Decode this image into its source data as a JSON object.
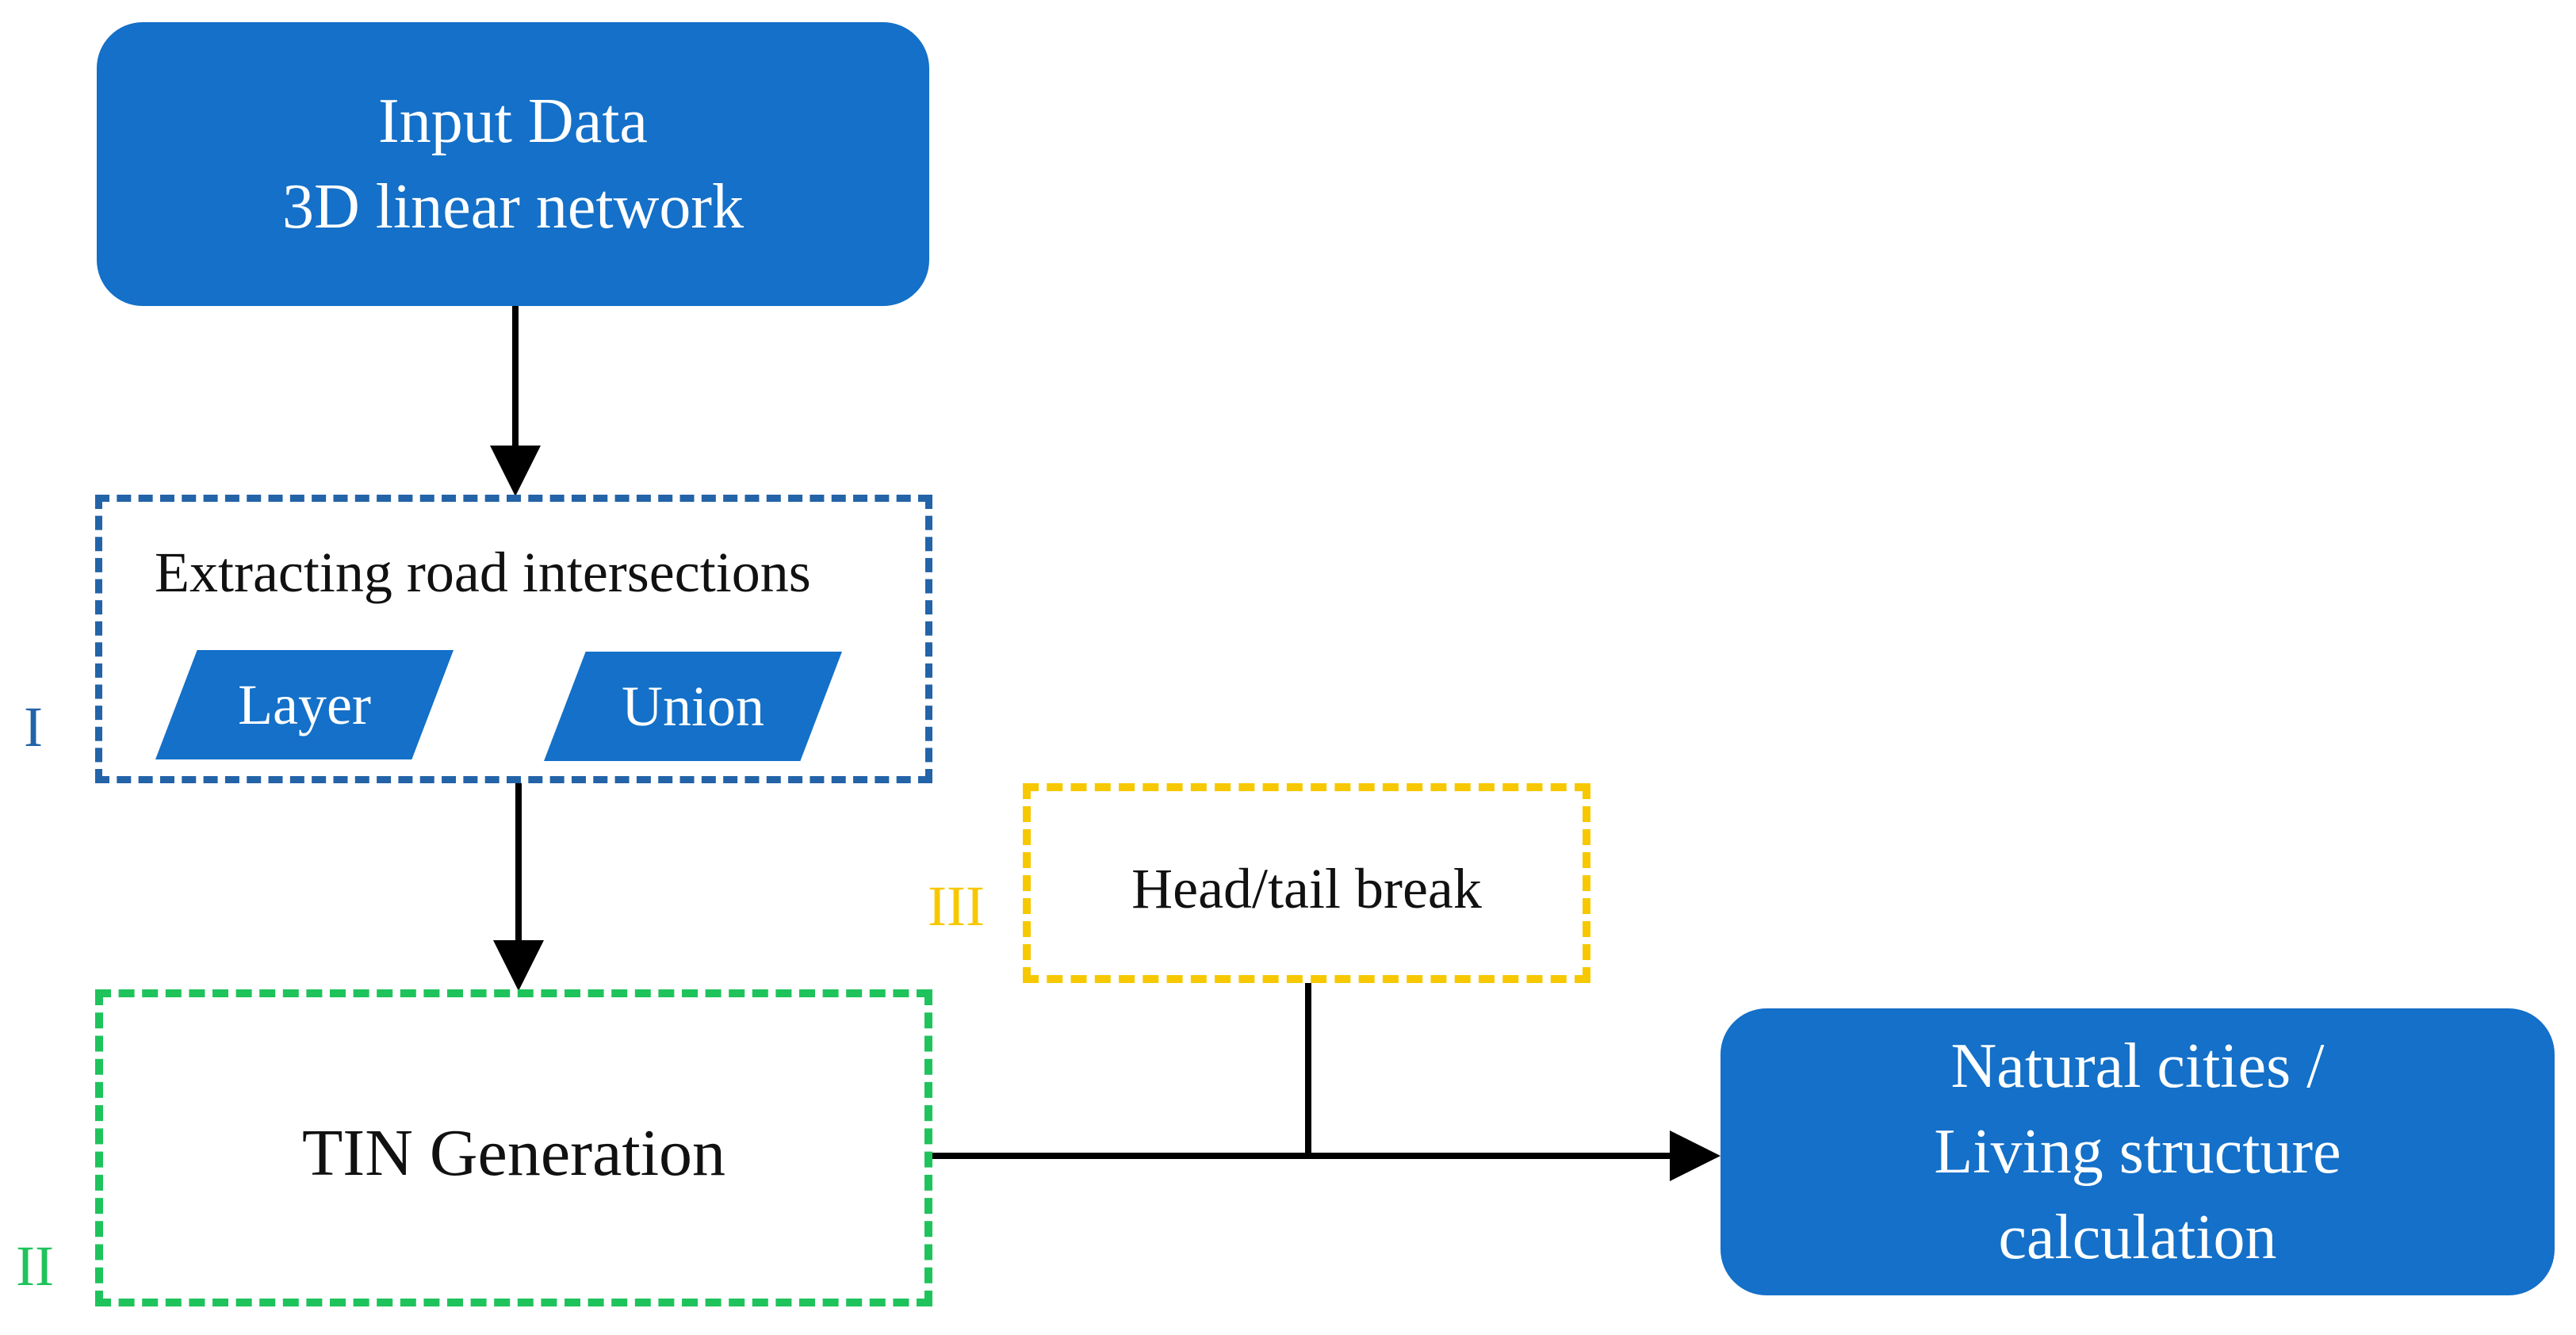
{
  "input_box": {
    "lines": [
      "Input Data",
      "3D linear network"
    ]
  },
  "stage_1": {
    "numeral": "I",
    "title": "Extracting  road intersections",
    "tags": [
      "Layer",
      "Union"
    ]
  },
  "stage_2": {
    "numeral": "II",
    "title": "TIN Generation"
  },
  "stage_3": {
    "numeral": "III",
    "title": "Head/tail break"
  },
  "output_box": {
    "lines": [
      "Natural cities /",
      "Living structure",
      "calculation"
    ]
  },
  "colors": {
    "solid_fill": "#1470c8",
    "stage_1_border": "#2363a8",
    "stage_2_border": "#1fc35c",
    "stage_3_border": "#f7c800",
    "connector": "#000000"
  }
}
